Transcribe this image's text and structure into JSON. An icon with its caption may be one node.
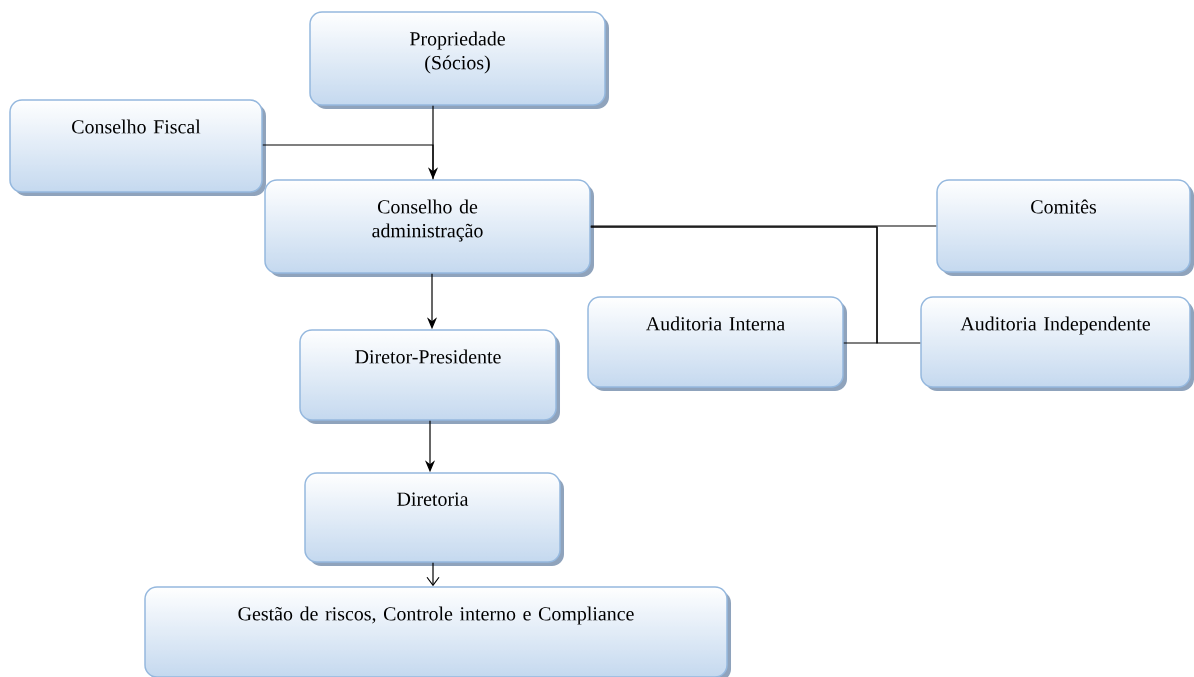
{
  "diagram": {
    "nodes": [
      {
        "text": [
          "Propriedade (Sócios)"
        ]
      },
      {
        "text": [
          "Conselho Fiscal"
        ]
      },
      {
        "text": [
          "Conselho de administração"
        ]
      },
      {
        "text": [
          "Comitês"
        ]
      },
      {
        "text": [
          "Auditoria Interna"
        ]
      },
      {
        "text": [
          "Auditoria Independente"
        ]
      },
      {
        "text": [
          "Diretor-Presidente"
        ]
      },
      {
        "text": [
          "Diretoria"
        ]
      },
      {
        "text": [
          "Gestão de riscos, Controle interno e Compliance"
        ]
      }
    ],
    "edges": [
      {
        "from": 0,
        "to": 2,
        "arrow": "to"
      },
      {
        "from": 1,
        "to": 2,
        "arrow": "none"
      },
      {
        "from": 2,
        "to": 3,
        "arrow": "none"
      },
      {
        "from": 2,
        "to": 4,
        "arrow": "none"
      },
      {
        "from": 2,
        "to": 5,
        "arrow": "none"
      },
      {
        "from": 2,
        "to": 6,
        "arrow": "to"
      },
      {
        "from": 6,
        "to": 7,
        "arrow": "to"
      },
      {
        "from": 7,
        "to": 8,
        "arrow": "to"
      }
    ]
  }
}
